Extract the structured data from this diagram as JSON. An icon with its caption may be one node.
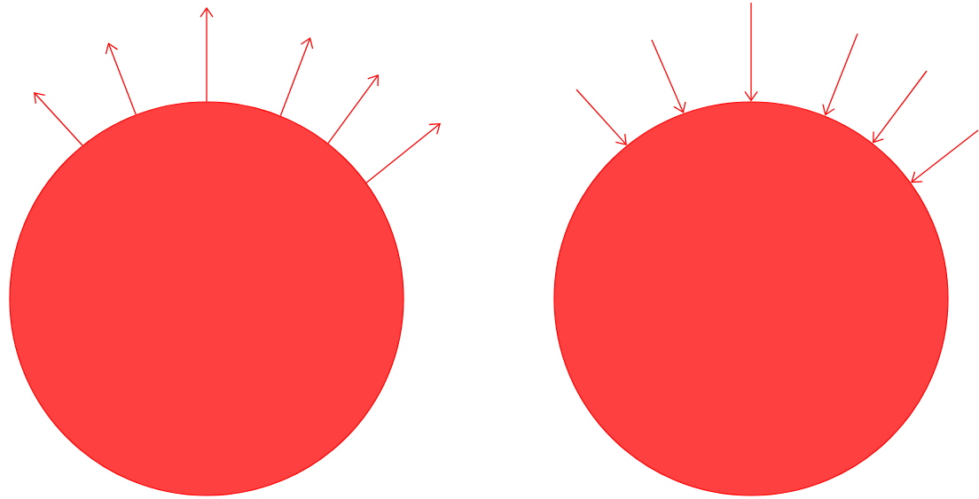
{
  "diagram": {
    "nodes": [
      {
        "text": [],
        "shape": "circle"
      },
      {
        "text": [],
        "shape": "circle"
      }
    ],
    "edges": [
      {
        "from": 0,
        "to": null,
        "arrow": "to"
      },
      {
        "from": 0,
        "to": null,
        "arrow": "to"
      },
      {
        "from": 0,
        "to": null,
        "arrow": "to"
      },
      {
        "from": 0,
        "to": null,
        "arrow": "to"
      },
      {
        "from": 0,
        "to": null,
        "arrow": "to"
      },
      {
        "from": 0,
        "to": null,
        "arrow": "to"
      },
      {
        "from": null,
        "to": 1,
        "arrow": "to"
      },
      {
        "from": null,
        "to": 1,
        "arrow": "to"
      },
      {
        "from": null,
        "to": 1,
        "arrow": "to"
      },
      {
        "from": null,
        "to": 1,
        "arrow": "to"
      },
      {
        "from": null,
        "to": 1,
        "arrow": "to"
      },
      {
        "from": null,
        "to": 1,
        "arrow": "to"
      }
    ]
  }
}
